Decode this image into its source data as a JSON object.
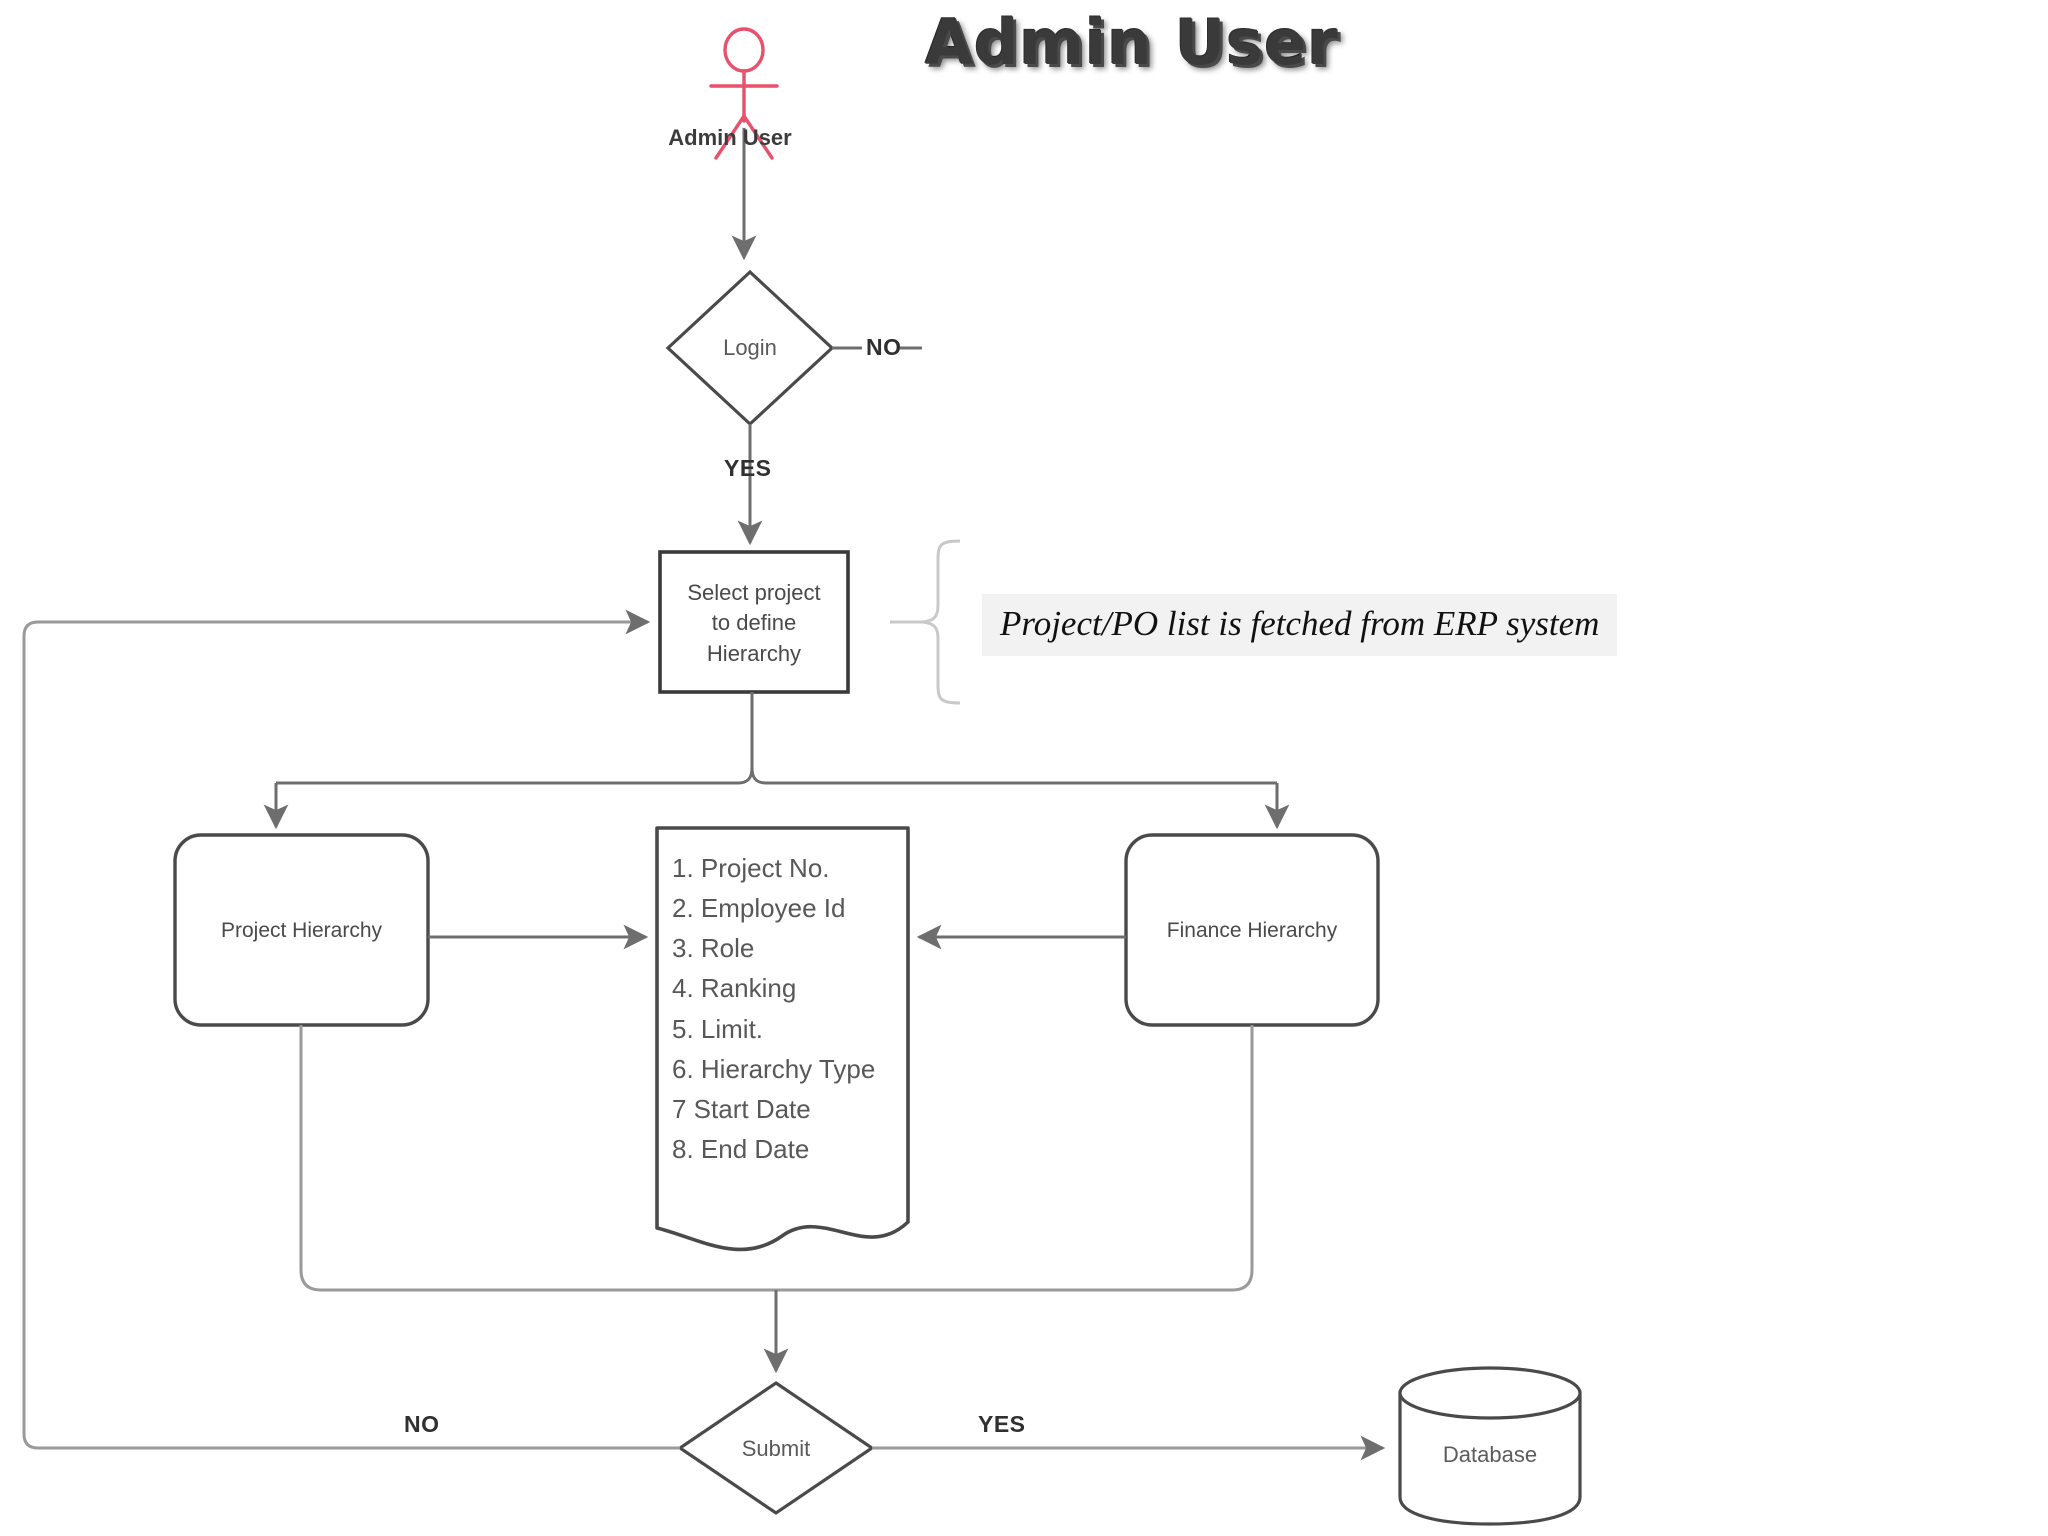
{
  "title": "Admin User",
  "actor": {
    "icon": "stick-figure-actor-icon",
    "label": "Admin User",
    "color": "#e8506b"
  },
  "nodes": {
    "login": {
      "label": "Login",
      "shape": "diamond"
    },
    "select_project": {
      "label": "Select project\nto define\nHierarchy",
      "shape": "rectangle"
    },
    "project_hierarchy": {
      "label": "Project Hierarchy",
      "shape": "rounded-rectangle"
    },
    "finance_hierarchy": {
      "label": "Finance Hierarchy",
      "shape": "rounded-rectangle"
    },
    "submit": {
      "label": "Submit",
      "shape": "diamond"
    },
    "database": {
      "label": "Database",
      "shape": "cylinder"
    },
    "fields_document": {
      "shape": "document",
      "items": [
        "1. Project No.",
        "2. Employee Id",
        "3. Role",
        "4. Ranking",
        "5. Limit.",
        "6. Hierarchy Type",
        "7 Start Date",
        "8. End Date"
      ]
    }
  },
  "edge_labels": {
    "login_no": "NO",
    "login_yes": "YES",
    "submit_no": "NO",
    "submit_yes": "YES"
  },
  "annotation": {
    "text": "Project/PO list is fetched from ERP system",
    "bracket": "curly-brace-icon"
  },
  "colors": {
    "stroke": "#5a5a5a",
    "stroke_dark": "#3a3a3a",
    "actor": "#e8506b",
    "annotation_bg": "#f2f2f2",
    "text": "#4a4a4a"
  }
}
